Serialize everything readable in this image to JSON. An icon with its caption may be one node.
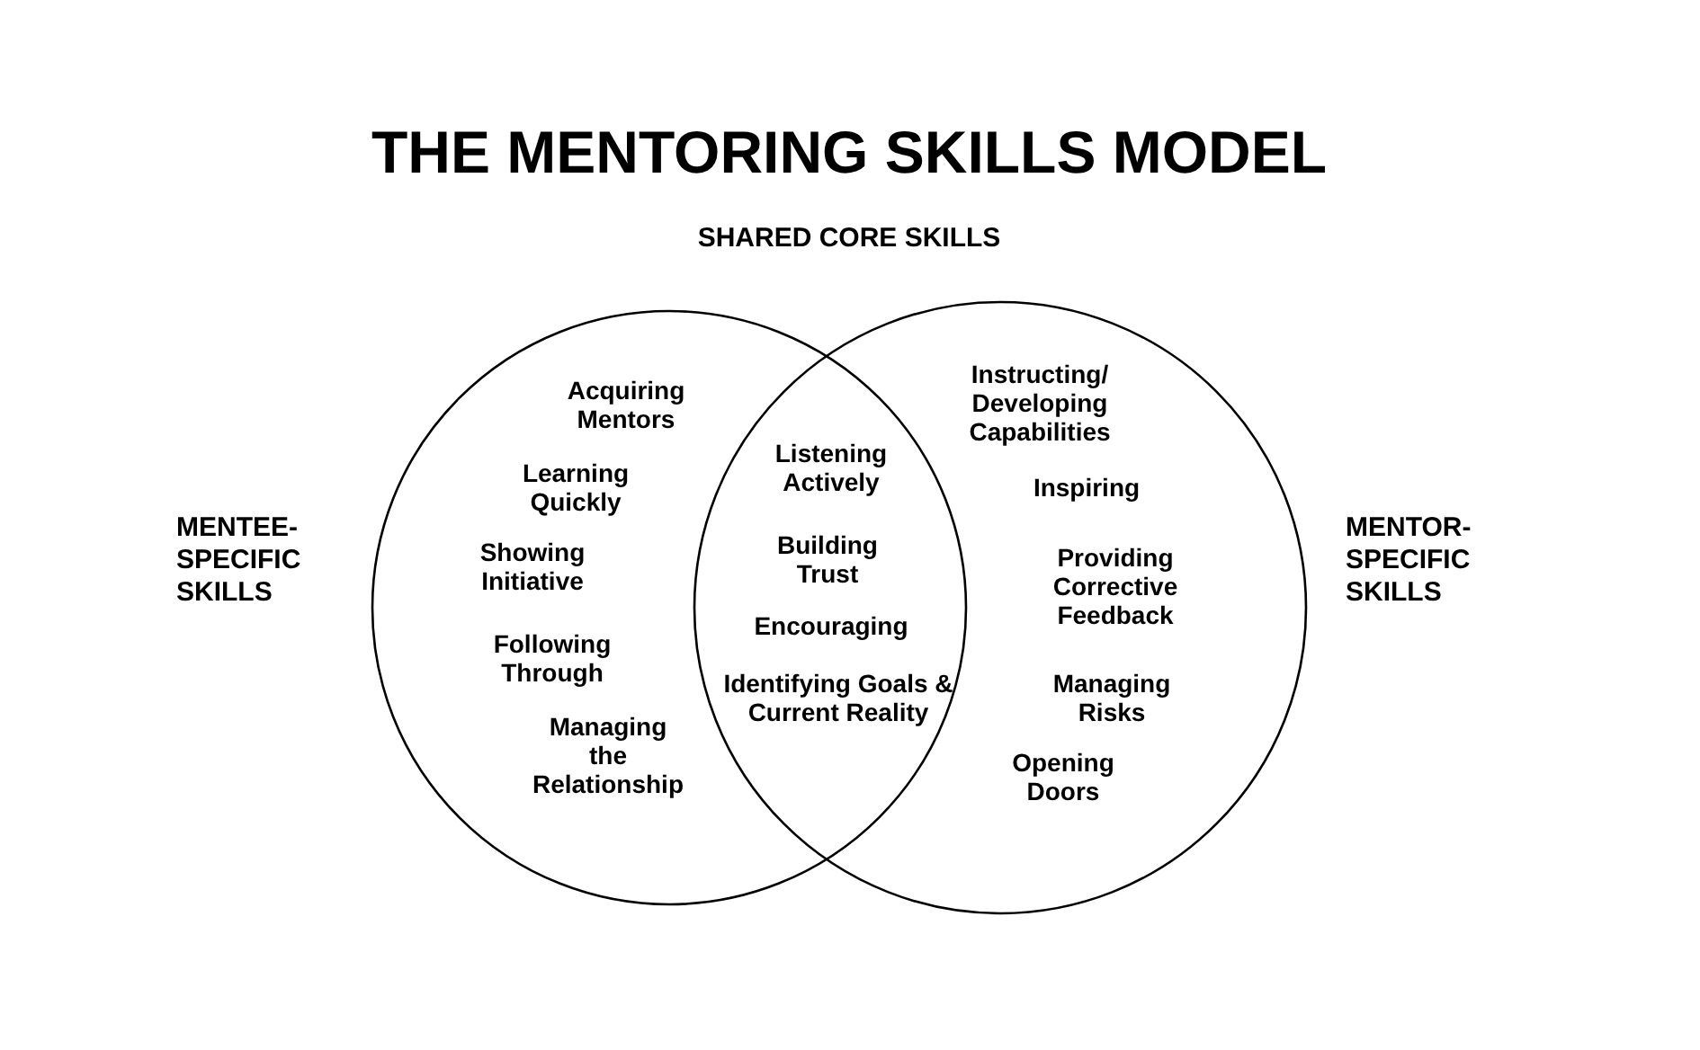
{
  "diagram": {
    "title": "THE MENTORING SKILLS MODEL",
    "nodes": [
      {
        "text": [
          "Acquiring Mentors",
          "Learning Quickly",
          "Showing Initiative",
          "Following Through",
          "Managing the Relationship"
        ],
        "beside": [
          "MENTEE-SPECIFIC SKILLS"
        ]
      },
      {
        "text": [
          "Instructing/ Developing Capabilities",
          "Inspiring",
          "Providing Corrective Feedback",
          "Managing Risks",
          "Opening Doors"
        ],
        "beside": [
          "MENTOR-SPECIFIC SKILLS"
        ]
      }
    ],
    "edges": [],
    "labels": [
      "SHARED CORE SKILLS",
      "Listening Actively",
      "Building Trust",
      "Encouraging",
      "Identifying Goals & Current Reality"
    ]
  }
}
